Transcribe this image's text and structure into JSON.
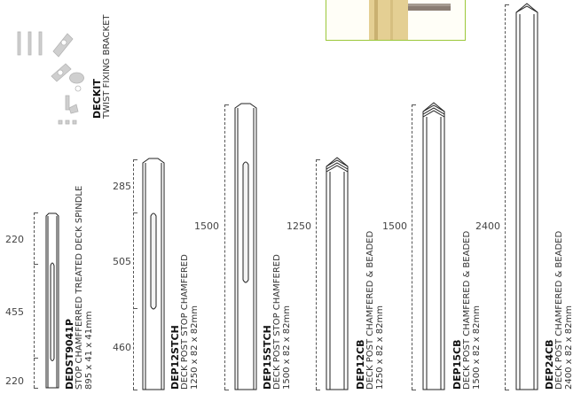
{
  "products": [
    {
      "code": "DEDST9041P",
      "description": "STOP CHAMFFERRED TREATED DECK SPINDLE",
      "size": "895 x 41 x 41mm",
      "dims": [
        "220",
        "455",
        "220"
      ]
    },
    {
      "code": "DEP12STCH",
      "description": "DECK POST STOP CHAMFERED",
      "size": "1250 x 82 x 82mm",
      "dims": [
        "285",
        "505",
        "460"
      ]
    },
    {
      "code": "DEP15STCH",
      "description": "DECK POST STOP CHAMFERED",
      "size": "1500 x 82 x 82mm",
      "dims": [
        "1500"
      ]
    },
    {
      "code": "DEP12CB",
      "description": "DECK POST CHAMFERED & BEADED",
      "size": "1250 x 82 x 82mm",
      "dims": [
        "1250"
      ]
    },
    {
      "code": "DEP15CB",
      "description": "DECK POST CHAMFERED & BEADED",
      "size": "1500 x 82 x 82mm",
      "dims": [
        "1500"
      ]
    },
    {
      "code": "DEP24CB",
      "description": "DECK POST CHAMFERED & BEADED",
      "size": "2400 x 82 x 82mm",
      "dims": [
        "2400"
      ]
    }
  ],
  "kit": {
    "code": "DECKIT",
    "description": "TWIST FIXING BRACKET"
  },
  "colors": {
    "accent_border": "#9cc83a",
    "wood": "#d9c48a"
  }
}
